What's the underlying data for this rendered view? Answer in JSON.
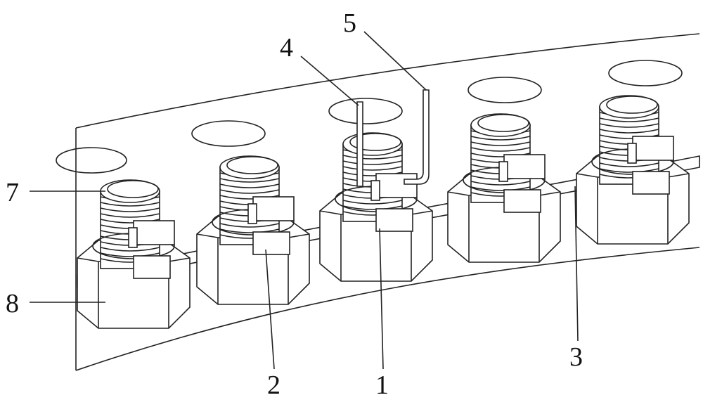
{
  "figure": {
    "labels": {
      "l1": "1",
      "l2": "2",
      "l3": "3",
      "l4": "4",
      "l5": "5",
      "l7": "7",
      "l8": "8"
    }
  }
}
